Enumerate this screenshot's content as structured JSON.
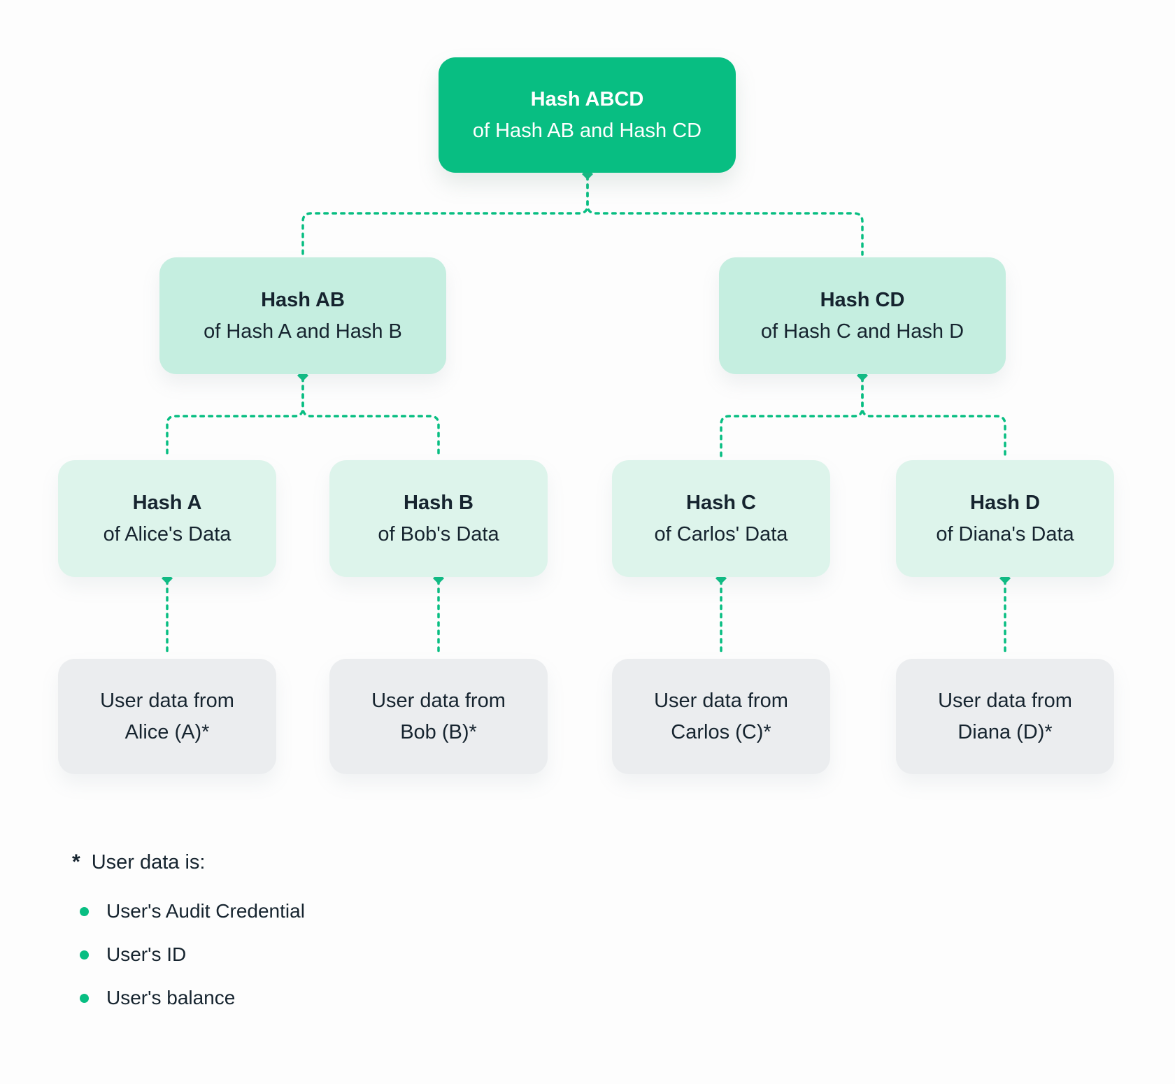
{
  "diagram": {
    "root": {
      "title": "Hash ABCD",
      "subtitle": "of Hash AB and Hash CD"
    },
    "level2": [
      {
        "title": "Hash AB",
        "subtitle": "of Hash A and Hash B"
      },
      {
        "title": "Hash CD",
        "subtitle": "of Hash C and Hash D"
      }
    ],
    "level3": [
      {
        "title": "Hash A",
        "subtitle": "of Alice's Data"
      },
      {
        "title": "Hash B",
        "subtitle": "of Bob's Data"
      },
      {
        "title": "Hash C",
        "subtitle": "of Carlos' Data"
      },
      {
        "title": "Hash D",
        "subtitle": "of Diana's Data"
      }
    ],
    "leaves": [
      {
        "line1": "User data from",
        "line2": "Alice (A)*"
      },
      {
        "line1": "User data from",
        "line2": "Bob (B)*"
      },
      {
        "line1": "User data from",
        "line2": "Carlos (C)*"
      },
      {
        "line1": "User data from",
        "line2": "Diana (D)*"
      }
    ]
  },
  "footnote": {
    "marker": "*",
    "title": "User data is:",
    "items": [
      "User's Audit Credential",
      "User's ID",
      "User's balance"
    ]
  },
  "colors": {
    "accent_green": "#08be82",
    "root_box": "#08be82",
    "level2_box": "#c5eee0",
    "level3_box": "#ddf4eb",
    "leaf_box": "#ebedef",
    "text_dark": "#16242f",
    "text_light": "#ffffff"
  }
}
